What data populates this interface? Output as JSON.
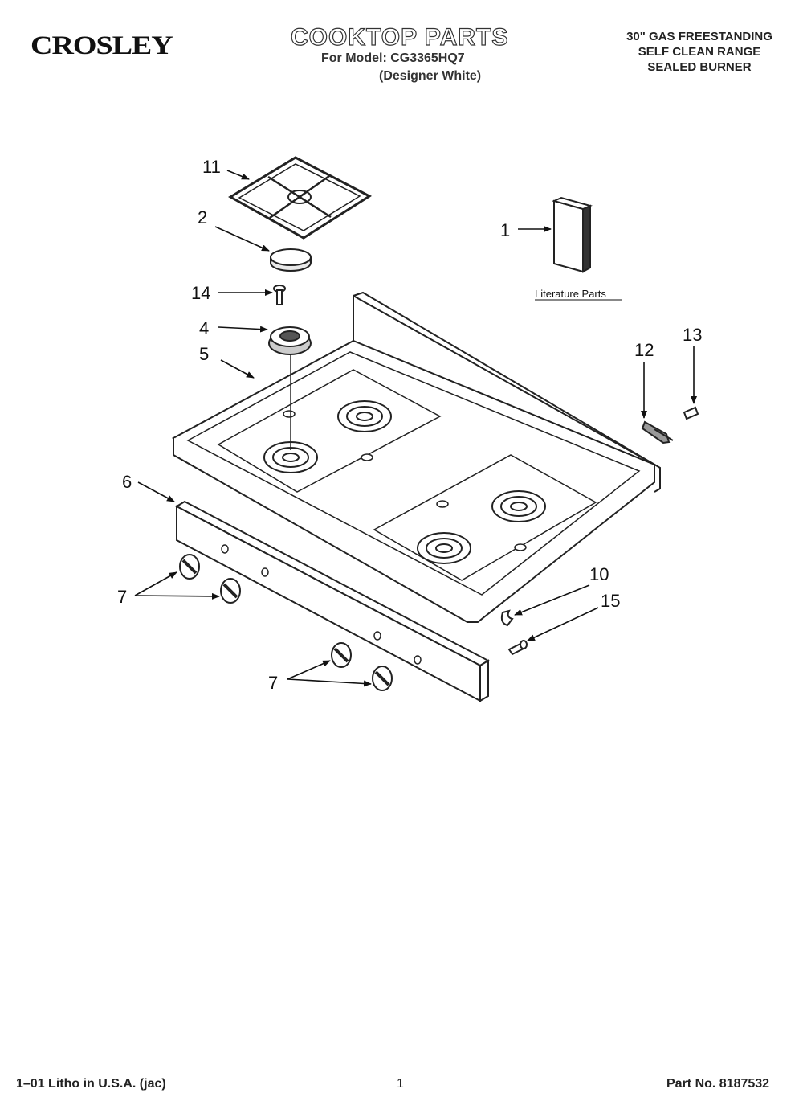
{
  "header": {
    "brand": "CROSLEY",
    "title": "COOKTOP PARTS",
    "model_line": "For Model: CG3365HQ7",
    "variant": "(Designer White)",
    "description": [
      "30\" GAS FREESTANDING",
      "SELF CLEAN RANGE",
      "SEALED BURNER"
    ]
  },
  "diagram": {
    "callouts": [
      "11",
      "2",
      "14",
      "4",
      "5",
      "6",
      "7",
      "7",
      "1",
      "12",
      "13",
      "10",
      "15"
    ],
    "literature_label": "Literature Parts"
  },
  "footer": {
    "litho": "1–01 Litho in U.S.A. (jac)",
    "page": "1",
    "part_no": "Part No. 8187532"
  }
}
